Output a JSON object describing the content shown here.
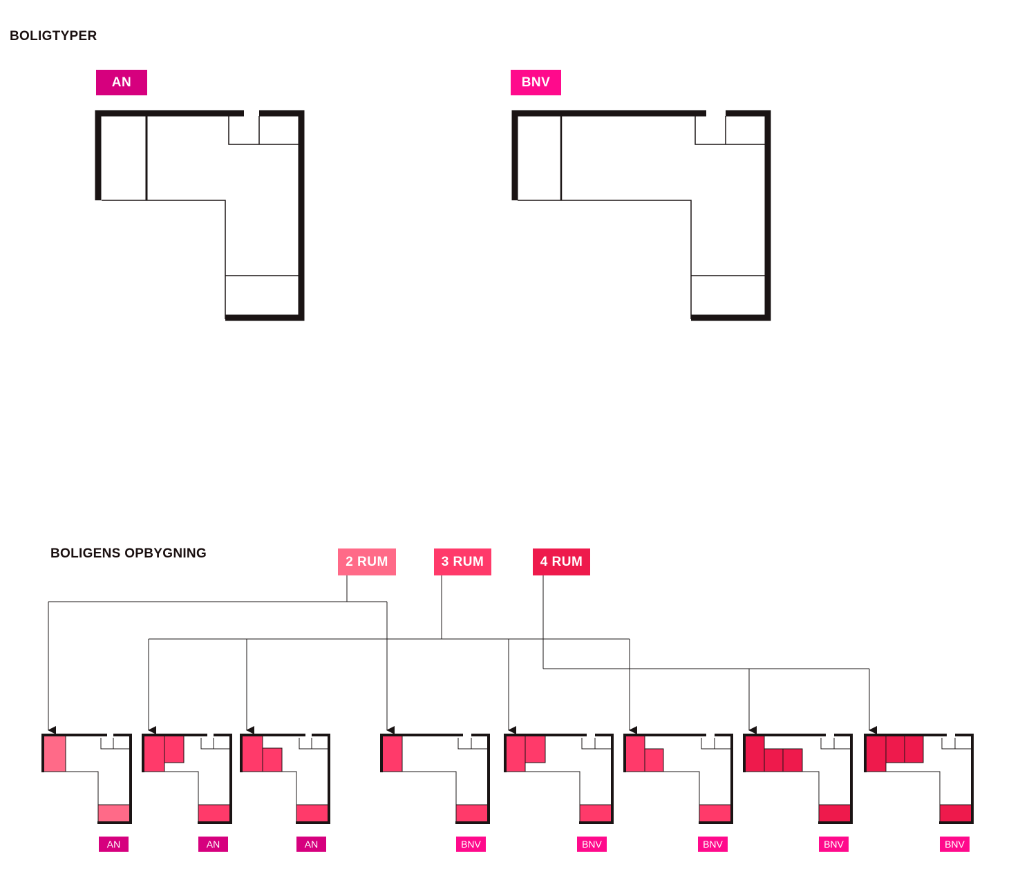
{
  "headings": {
    "types": "BOLIGTYPER",
    "composition": "BOLIGENS OPBYGNING"
  },
  "type_tags": [
    {
      "label": "AN"
    },
    {
      "label": "BNV"
    }
  ],
  "room_tags": [
    {
      "label": "2 RUM"
    },
    {
      "label": "3 RUM"
    },
    {
      "label": "4 RUM"
    }
  ],
  "variants": [
    {
      "rooms": "2 RUM",
      "type": "AN"
    },
    {
      "rooms": "3 RUM",
      "type": "AN"
    },
    {
      "rooms": "3 RUM",
      "type": "AN"
    },
    {
      "rooms": "2 RUM",
      "type": "BNV"
    },
    {
      "rooms": "3 RUM",
      "type": "BNV"
    },
    {
      "rooms": "3 RUM",
      "type": "BNV"
    },
    {
      "rooms": "4 RUM",
      "type": "BNV"
    },
    {
      "rooms": "4 RUM",
      "type": "BNV"
    }
  ],
  "colors": {
    "an": "#d6007e",
    "bnv": "#ff0a8c",
    "rum2": "#ff6a88",
    "rum3": "#ff3a6a",
    "rum4": "#ee1a4c",
    "wall": "#1a1414"
  }
}
